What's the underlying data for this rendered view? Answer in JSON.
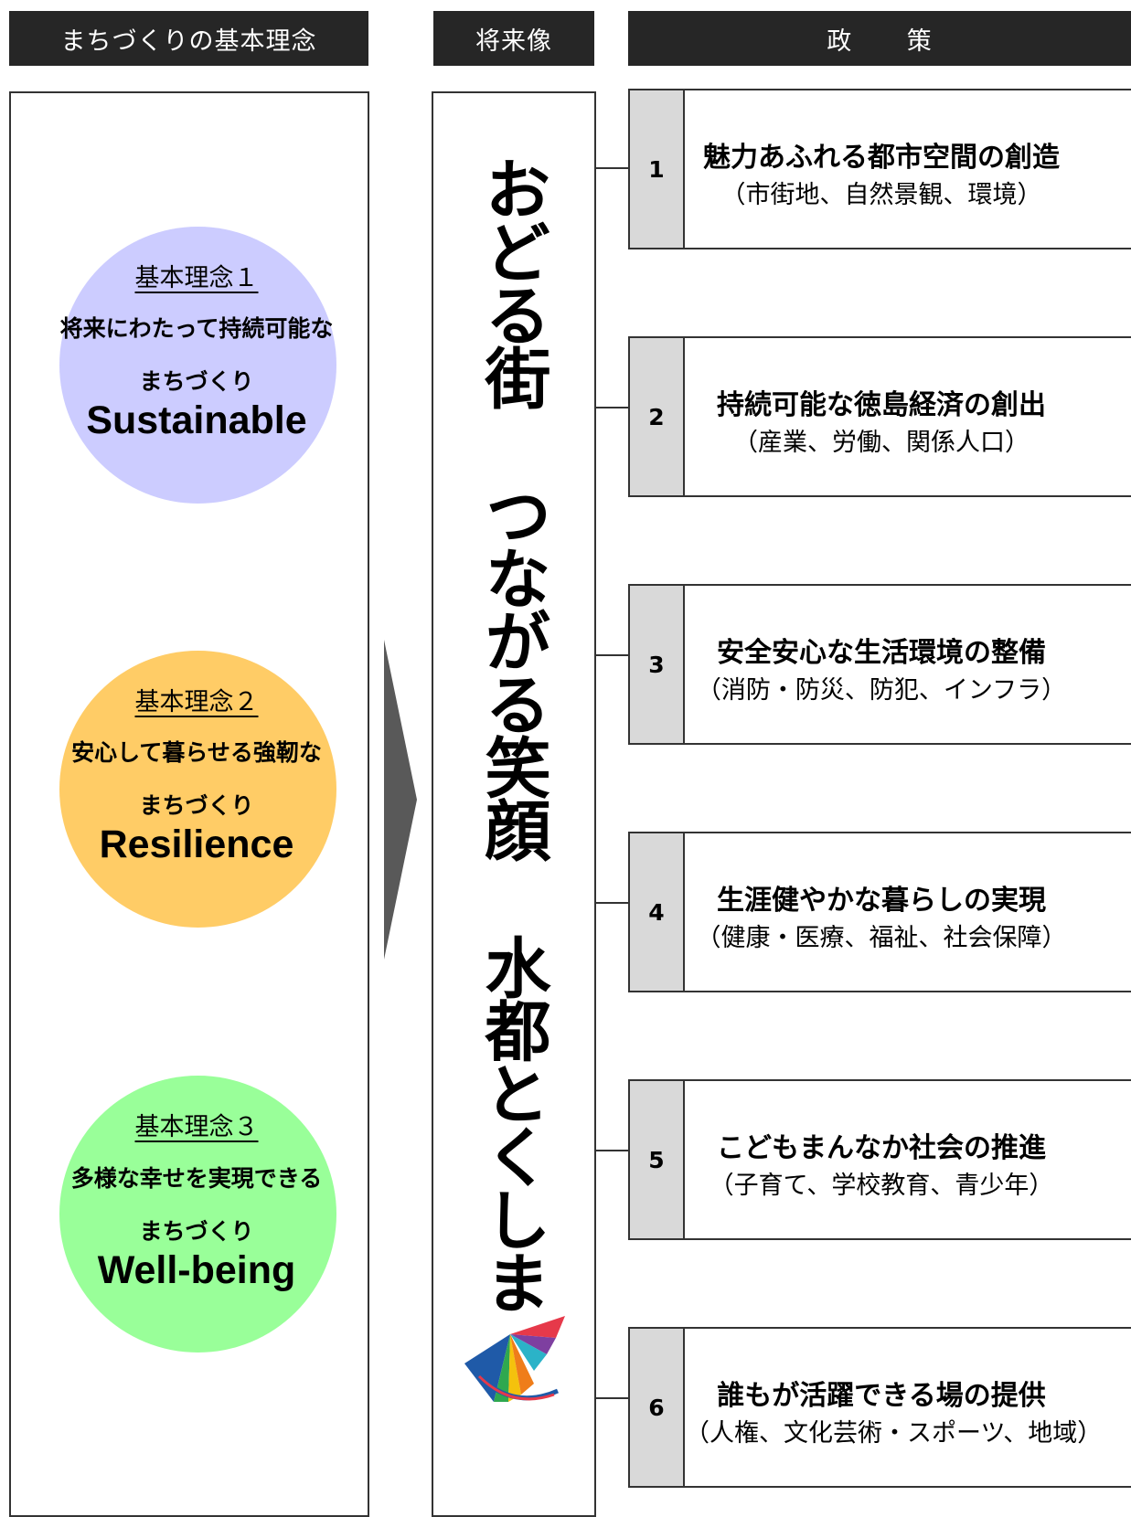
{
  "headers": {
    "principles": "まちづくりの基本理念",
    "vision": "将来像",
    "policy": "政 策"
  },
  "principles": [
    {
      "title": "基本理念１",
      "line1": "将来にわたって持続可能な",
      "line2": "まちづくり",
      "english": "Sustainable",
      "color": "#ccccff"
    },
    {
      "title": "基本理念２",
      "line1": "安心して暮らせる強靭な",
      "line2": "まちづくり",
      "english": "Resilience",
      "color": "#ffcc66"
    },
    {
      "title": "基本理念３",
      "line1": "多様な幸せを実現できる",
      "line2": "まちづくり",
      "english": "Well-being",
      "color": "#99ff99"
    }
  ],
  "vision": {
    "text": "おどる街 つながる笑顔 水都とくしま"
  },
  "policies": [
    {
      "number": "1",
      "title": "魅力あふれる都市空間の創造",
      "subtitle": "（市街地、自然景観、環境）"
    },
    {
      "number": "2",
      "title": "持続可能な徳島経済の創出",
      "subtitle": "（産業、労働、関係人口）"
    },
    {
      "number": "3",
      "title": "安全安心な生活環境の整備",
      "subtitle": "（消防・防災、防犯、インフラ）"
    },
    {
      "number": "4",
      "title": "生涯健やかな暮らしの実現",
      "subtitle": "（健康・医療、福祉、社会保障）"
    },
    {
      "number": "5",
      "title": "こどもまんなか社会の推進",
      "subtitle": "（子育て、学校教育、青少年）"
    },
    {
      "number": "6",
      "title": "誰もが活躍できる場の提供",
      "subtitle": "（人権、文化芸術・スポーツ、地域）"
    }
  ]
}
